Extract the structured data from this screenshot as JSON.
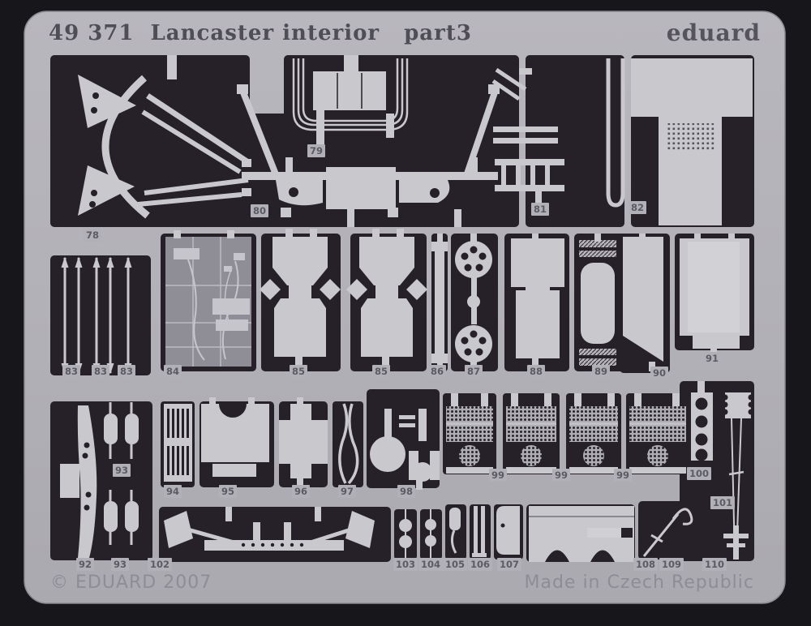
{
  "header": {
    "catalog_number": "49 371",
    "product_title": "Lancaster interior",
    "part_label": "part3",
    "brand": "eduard"
  },
  "footer": {
    "copyright": "© EDUARD 2007",
    "made_in": "Made in Czech Republic"
  },
  "colors": {
    "photo_background": "#17161b",
    "metal_fret": "#b3b2b8",
    "cutout_window": "#262128",
    "etched_part": "#c9c8cd",
    "etched_text": "#4f4d56",
    "label_text": "#5c5a63",
    "footer_text": "#8e8d95"
  },
  "part_labels": [
    "78",
    "79",
    "80",
    "81",
    "82",
    "83",
    "83",
    "83",
    "84",
    "85",
    "85",
    "86",
    "87",
    "88",
    "89",
    "90",
    "91",
    "93",
    "94",
    "95",
    "96",
    "97",
    "98",
    "99",
    "99",
    "99",
    "100",
    "101",
    "92",
    "93",
    "102",
    "103",
    "104",
    "105",
    "106",
    "107",
    "108",
    "109",
    "110"
  ]
}
